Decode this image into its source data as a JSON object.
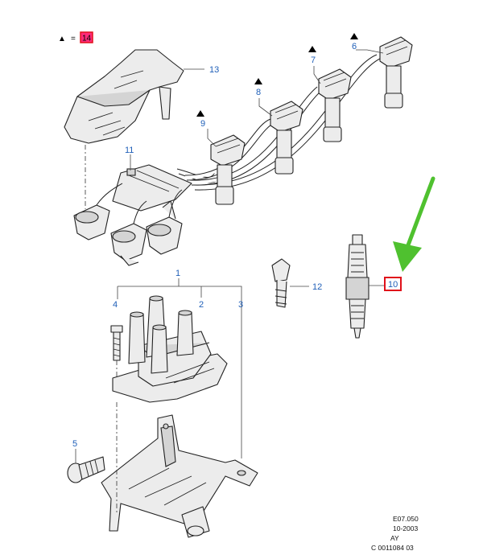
{
  "legend": {
    "symbol": "▲",
    "equals": "=",
    "ref": "14",
    "ref_color": "#ff2b7a"
  },
  "callouts": {
    "c1": "1",
    "c2": "2",
    "c3": "3",
    "c4": "4",
    "c5": "5",
    "c6": "6",
    "c7": "7",
    "c8": "8",
    "c9": "9",
    "c10": "10",
    "c11": "11",
    "c12": "12",
    "c13": "13"
  },
  "highlight_box_color": "#e0101a",
  "arrow_color": "#4fc12f",
  "callout_color": "#1f5fb8",
  "stamp": {
    "line1": "E07.050",
    "line2": "10-2003",
    "line3": "AY",
    "line4": "C 0011084 03"
  }
}
